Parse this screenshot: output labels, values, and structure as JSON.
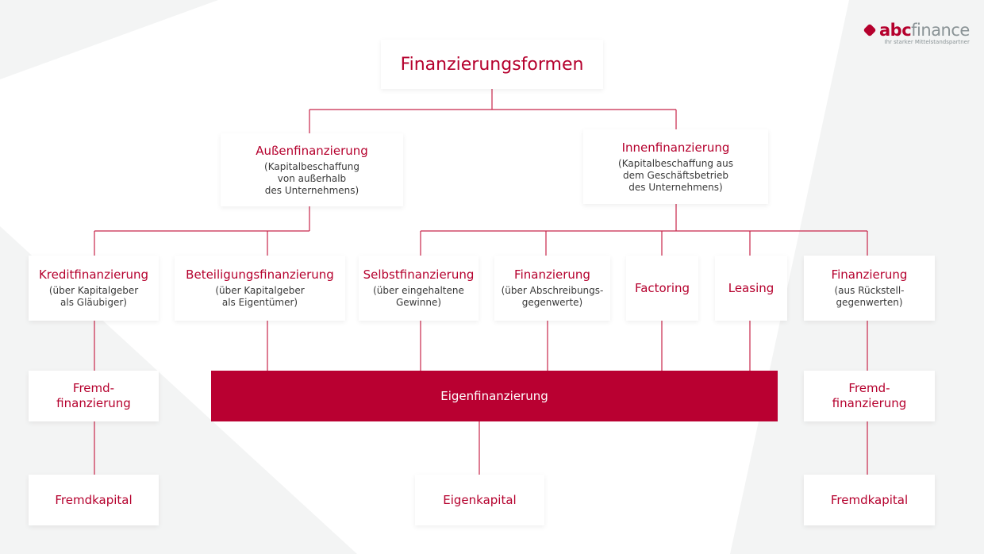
{
  "logo": {
    "brand_a": "abc",
    "brand_b": "finance",
    "tagline": "Ihr starker Mittelstandspartner"
  },
  "colors": {
    "accent": "#b5002d",
    "bar": "#b90031",
    "line": "#c8264a"
  },
  "root": {
    "title": "Finanzierungsformen"
  },
  "aussen": {
    "title": "Außenfinanzierung",
    "sub": "(Kapitalbeschaffung\nvon außerhalb\ndes Unternehmens)"
  },
  "innen": {
    "title": "Innenfinanzierung",
    "sub": "(Kapitalbeschaffung aus\ndem Geschäftsbetrieb\ndes Unternehmens)"
  },
  "forms": [
    {
      "title": "Kreditfinanzierung",
      "sub": "(über Kapitalgeber\nals Gläubiger)"
    },
    {
      "title": "Beteiligungsfinanzierung",
      "sub": "(über Kapitalgeber\nals Eigentümer)"
    },
    {
      "title": "Selbstfinanzierung",
      "sub": "(über eingehaltene\nGewinne)"
    },
    {
      "title": "Finanzierung",
      "sub": "(über Abschreibungs-\ngegenwerte)"
    },
    {
      "title": "Factoring",
      "sub": ""
    },
    {
      "title": "Leasing",
      "sub": ""
    },
    {
      "title": "Finanzierung",
      "sub": "(aus Rückstell-\ngegenwerten)"
    }
  ],
  "financing": {
    "fremd_left": "Fremd-\nfinanzierung",
    "eigen": "Eigenfinanzierung",
    "fremd_right": "Fremd-\nfinanzierung"
  },
  "capital": {
    "left": "Fremdkapital",
    "center": "Eigenkapital",
    "right": "Fremdkapital"
  }
}
